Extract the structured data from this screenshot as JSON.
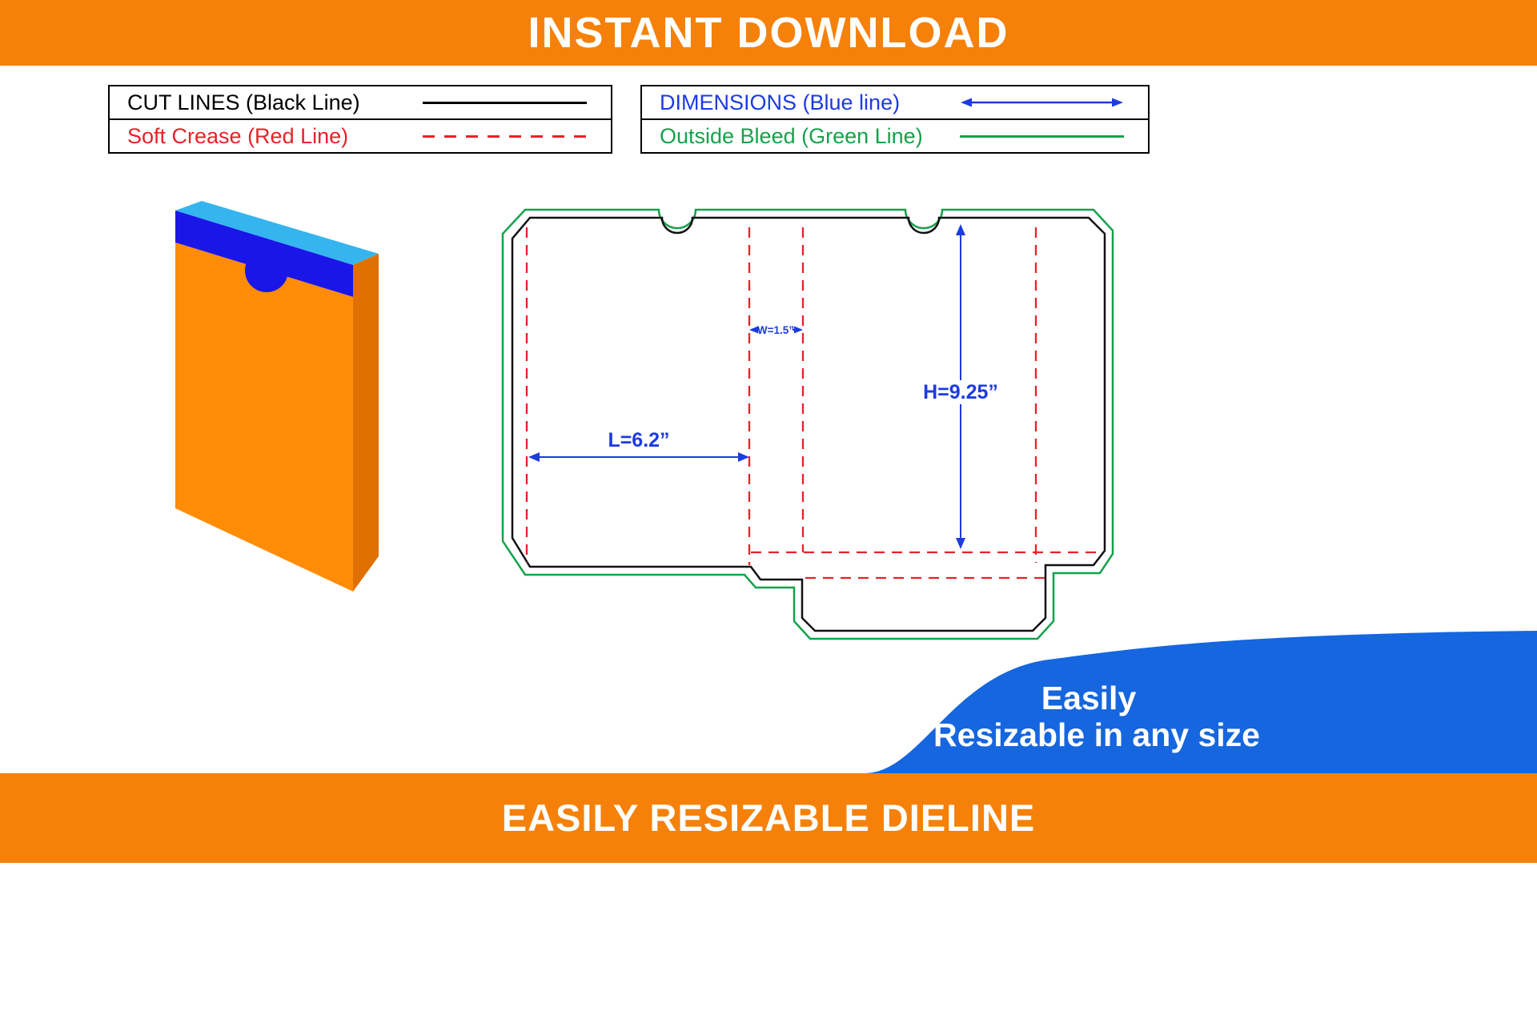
{
  "banner_top": {
    "text": "INSTANT DOWNLOAD"
  },
  "banner_bottom": {
    "text": "EASILY RESIZABLE DIELINE"
  },
  "legend": {
    "cut_lines": {
      "label": "CUT LINES (Black Line)",
      "line_style": "solid-black"
    },
    "soft_crease": {
      "label": "Soft Crease (Red Line)",
      "line_style": "dashed-red"
    },
    "dimensions": {
      "label": "DIMENSIONS (Blue line)",
      "line_style": "blue-double-arrow"
    },
    "outside_bleed": {
      "label": "Outside Bleed (Green Line)",
      "line_style": "solid-green"
    }
  },
  "dieline": {
    "dim_width": "W=1.5”",
    "dim_height": "H=9.25”",
    "dim_length": "L=6.2”"
  },
  "badge": {
    "line1": "Easily",
    "line2": "Resizable in any size"
  },
  "colors": {
    "banner_orange": "#F5810A",
    "box_front_orange": "#FF8C07",
    "box_side_orange": "#E17003",
    "box_inner_blue": "#1A16E8",
    "box_top_cyan": "#35B5EF",
    "cut_line_black": "#111111",
    "crease_red": "#E8212A",
    "bleed_green": "#15A24C",
    "dimension_blue": "#1C3BE0",
    "badge_blue": "#1566DF"
  }
}
